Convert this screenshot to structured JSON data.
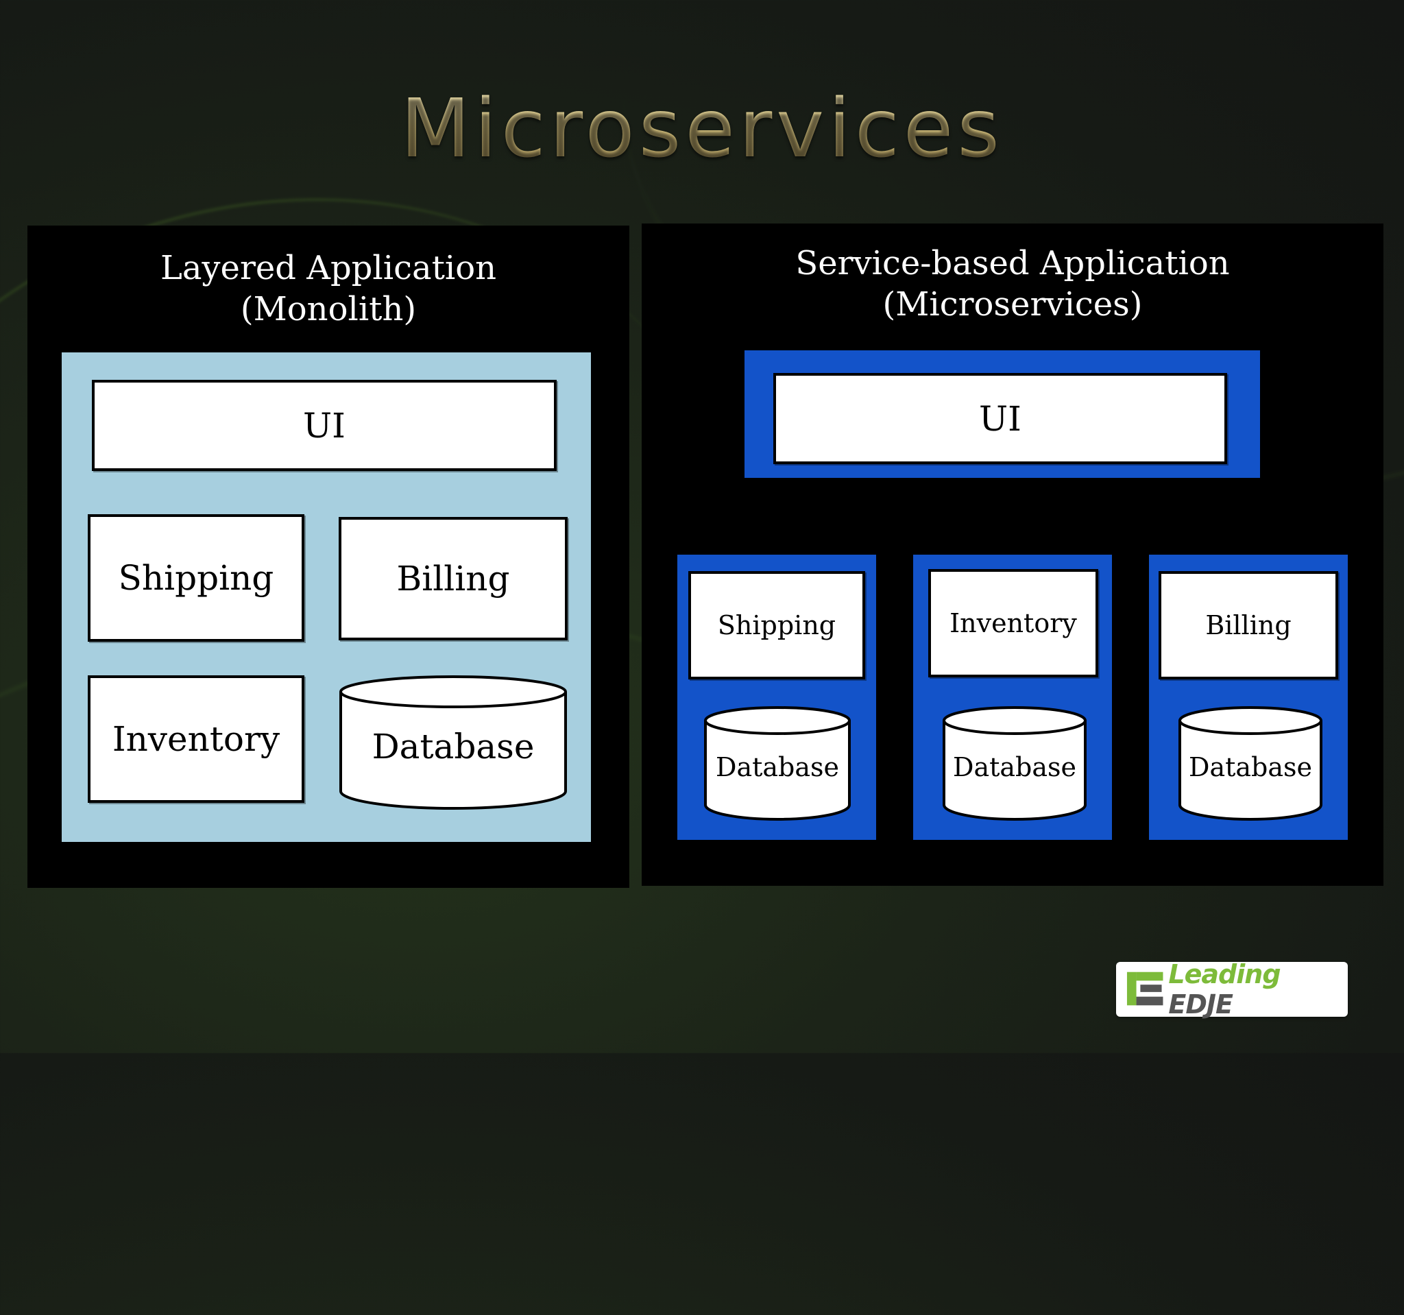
{
  "slide": {
    "title": "Microservices"
  },
  "left_panel": {
    "heading_line1": "Layered Application",
    "heading_line2": "(Monolith)",
    "ui_label": "UI",
    "shipping_label": "Shipping",
    "billing_label": "Billing",
    "inventory_label": "Inventory",
    "database_label": "Database",
    "area_color": "#a7cfdf"
  },
  "right_panel": {
    "heading_line1": "Service-based Application",
    "heading_line2": "(Microservices)",
    "ui_label": "UI",
    "services": [
      {
        "name": "Shipping",
        "database": "Database"
      },
      {
        "name": "Inventory",
        "database": "Database"
      },
      {
        "name": "Billing",
        "database": "Database"
      }
    ],
    "service_color": "#1353c9"
  },
  "logo": {
    "text_lead": "Leading",
    "text_edje": "EDJE",
    "icon": "leading-edje-logo-icon",
    "accent": "#7dbb3a"
  }
}
